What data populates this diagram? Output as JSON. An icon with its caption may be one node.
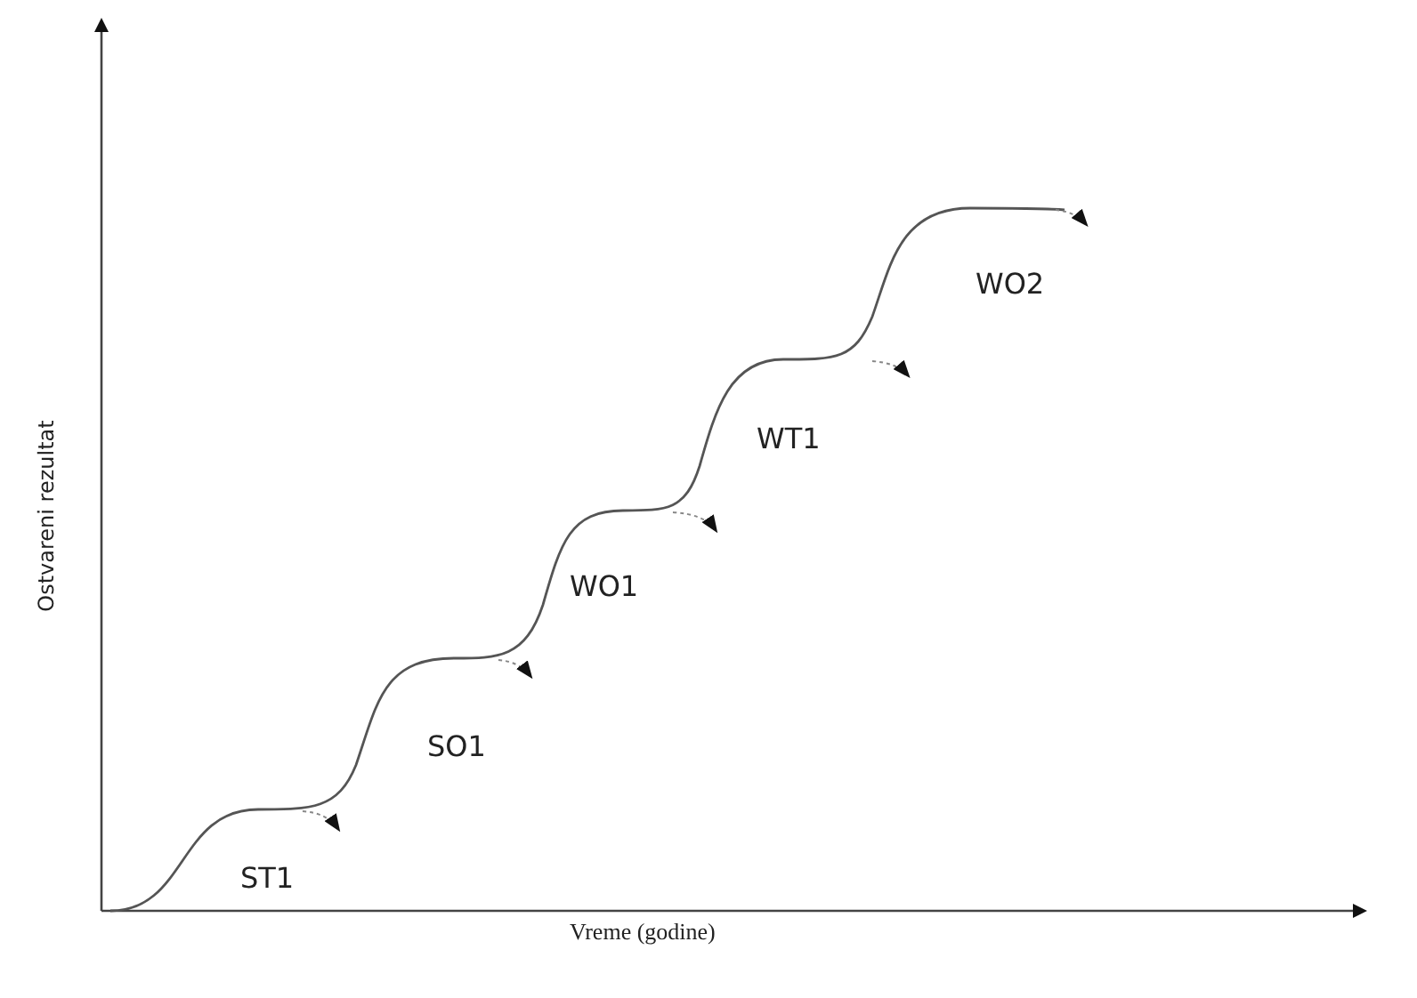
{
  "diagram": {
    "labels": [
      "ST1",
      "SO1",
      "WO1",
      "WT1",
      "WO2",
      "Vreme (godine)",
      "Ostvareni rezultat"
    ]
  }
}
